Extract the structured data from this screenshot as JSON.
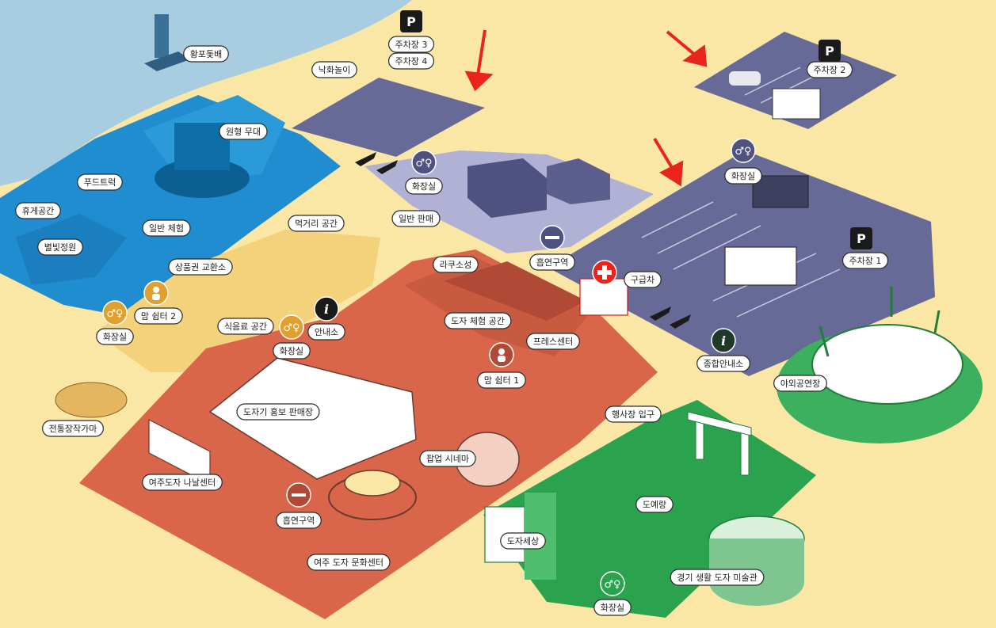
{
  "labels": {
    "hwangpo_sail": "황포돛배",
    "nakhwa": "낙화놀이",
    "parking3": "주차장 3",
    "parking4": "주차장 4",
    "parking2": "주차장 2",
    "parking1": "주차장 1",
    "round_stage": "원형 무대",
    "food_truck": "푸드트럭",
    "rest_area": "휴게공간",
    "starlight_garden": "별빛정원",
    "general_experience": "일반 체험",
    "voucher_exchange": "상품권 교환소",
    "mom_shelter2": "맘 쉼터 2",
    "restroom_left": "화장실",
    "restroom_mid": "화장실",
    "restroom_top": "화장실",
    "restroom_right": "화장실",
    "restroom_bottom": "화장실",
    "food_street": "먹거리 공간",
    "general_sales": "일반 판매",
    "beverage": "식음료 공간",
    "info_desk": "안내소",
    "raku_kiln": "라쿠소성",
    "pottery_experience": "도자 체험 공간",
    "press_center": "프레스센터",
    "smoking_top": "흡연구역",
    "smoking_bottom": "흡연구역",
    "ambulance": "구급차",
    "main_info": "종합안내소",
    "mom_shelter1": "맘 쉼터 1",
    "traditional_kiln": "전통장작가마",
    "pottery_promo": "도자기 홍보 판매장",
    "event_entrance": "행사장 입구",
    "outdoor_stage": "야외공연장",
    "popup_cinema": "팝업 시네마",
    "yeoju_nanal": "여주도자 나날센터",
    "yeoju_culture": "여주 도자 문화센터",
    "pottery_corridor": "도예랑",
    "pottery_world": "도자세상",
    "gyeonggi_museum": "경기 생활 도자 미술관"
  },
  "icons": {
    "parking": "parking-icon",
    "restroom": "restroom-icon",
    "info": "info-icon",
    "smoking": "smoking-icon",
    "first_aid": "first-aid-icon",
    "mom_shelter": "mom-shelter-icon",
    "arrow": "red-arrow-icon"
  },
  "colors": {
    "background": "#fbe7a5",
    "river": "#a9cde0",
    "blue_zone": "#1f8dd0",
    "parking_zone": "#676a96",
    "lavender_zone": "#b0b1d4",
    "terracotta_zone": "#d9654a",
    "green_zone": "#2aa24e",
    "accent_red": "#e8241c",
    "amenity_orange": "#e0a030"
  }
}
